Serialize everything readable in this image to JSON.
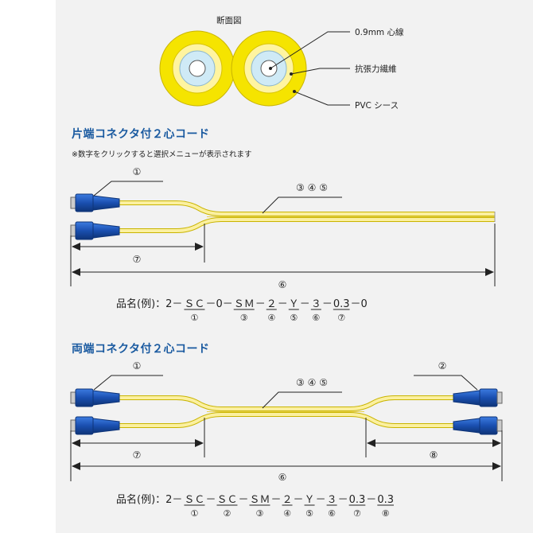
{
  "cross_section": {
    "title": "断面図",
    "labels": [
      "0.9mm 心線",
      "抗張力繊維",
      "PVC シース"
    ]
  },
  "one_end": {
    "title": "片端コネクタ付２心コード",
    "note": "※数字をクリックすると選択メニューが表示されます",
    "callouts": {
      "c1": "①",
      "c345": "③ ④ ⑤",
      "c7": "⑦",
      "c6": "⑥"
    },
    "part_prefix": "品名(例)：2－",
    "part_segments": [
      {
        "text": "ＳＣ",
        "sub": "①",
        "underline": true
      },
      {
        "text": "－0－",
        "sub": "",
        "underline": false
      },
      {
        "text": "ＳＭ",
        "sub": "③",
        "underline": true
      },
      {
        "text": "－",
        "sub": "",
        "underline": false
      },
      {
        "text": "２",
        "sub": "④",
        "underline": true
      },
      {
        "text": "－",
        "sub": "",
        "underline": false
      },
      {
        "text": "Ｙ",
        "sub": "⑤",
        "underline": true
      },
      {
        "text": "－",
        "sub": "",
        "underline": false
      },
      {
        "text": "３",
        "sub": "⑥",
        "underline": true
      },
      {
        "text": "－",
        "sub": "",
        "underline": false
      },
      {
        "text": "0.3",
        "sub": "⑦",
        "underline": true
      },
      {
        "text": "－0",
        "sub": "",
        "underline": false
      }
    ]
  },
  "two_end": {
    "title": "両端コネクタ付２心コード",
    "callouts": {
      "c1": "①",
      "c2": "②",
      "c345": "③ ④ ⑤",
      "c7": "⑦",
      "c8": "⑧",
      "c6": "⑥"
    },
    "part_prefix": "品名(例)：2－",
    "part_segments": [
      {
        "text": "ＳＣ",
        "sub": "①",
        "underline": true
      },
      {
        "text": "－",
        "sub": "",
        "underline": false
      },
      {
        "text": "ＳＣ",
        "sub": "②",
        "underline": true
      },
      {
        "text": "－",
        "sub": "",
        "underline": false
      },
      {
        "text": "ＳＭ",
        "sub": "③",
        "underline": true
      },
      {
        "text": "－",
        "sub": "",
        "underline": false
      },
      {
        "text": "２",
        "sub": "④",
        "underline": true
      },
      {
        "text": "－",
        "sub": "",
        "underline": false
      },
      {
        "text": "Ｙ",
        "sub": "⑤",
        "underline": true
      },
      {
        "text": "－",
        "sub": "",
        "underline": false
      },
      {
        "text": "３",
        "sub": "⑥",
        "underline": true
      },
      {
        "text": "－",
        "sub": "",
        "underline": false
      },
      {
        "text": "0.3",
        "sub": "⑦",
        "underline": true
      },
      {
        "text": "－",
        "sub": "",
        "underline": false
      },
      {
        "text": "0.3",
        "sub": "⑧",
        "underline": true
      }
    ]
  },
  "colors": {
    "jacket": "#f5e400",
    "jacket_edge": "#c9b400",
    "fiber": "#bfe6f4",
    "connector": "#1f5cc0",
    "connector_dark": "#0f3a80",
    "panel": "#f2f2f2",
    "title": "#1a5aa0",
    "cord": "#f8ec88"
  }
}
